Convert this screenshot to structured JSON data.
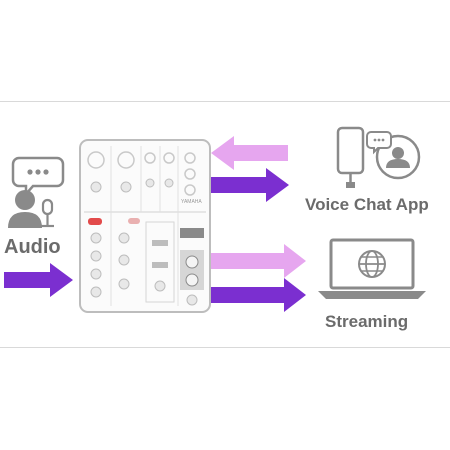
{
  "labels": {
    "audio": "Audio",
    "voice_chat": "Voice Chat App",
    "streaming": "Streaming",
    "mixer_brand": "YAMAHA"
  },
  "colors": {
    "arrow_dark": "#7b2fd0",
    "arrow_light": "#e6a6ef",
    "icon_gray": "#8a8a8a",
    "text_gray": "#6b6b6b",
    "mixer_outline": "#bdbdbd",
    "mixer_accent_red": "#e24a4a"
  },
  "icons": {
    "speaker": "person-speaking-icon",
    "phone": "smartphone-icon",
    "chat_avatar": "chat-user-icon",
    "laptop": "laptop-icon",
    "globe": "globe-icon",
    "mixer": "audio-mixer-device"
  }
}
